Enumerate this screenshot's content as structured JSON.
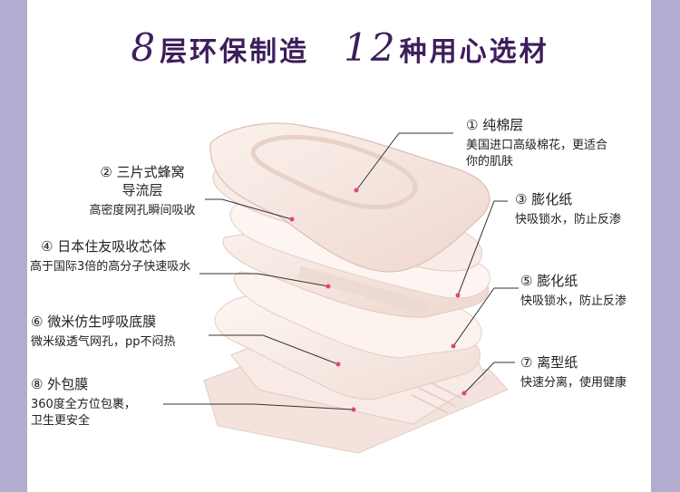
{
  "title": {
    "left_num": "8",
    "left_text": "层环保制造",
    "right_num": "12",
    "right_text": "种用心选材"
  },
  "layers": {
    "l1": {
      "heading": "① 纯棉层",
      "desc1": "美国进口高级棉花，更适合",
      "desc2": "你的肌肤"
    },
    "l2": {
      "heading1": "② 三片式蜂窝",
      "heading2": "导流层",
      "desc": "高密度网孔瞬间吸收"
    },
    "l3": {
      "heading": "③ 膨化纸",
      "desc": "快吸锁水，防止反渗"
    },
    "l4": {
      "heading": "④ 日本住友吸收芯体",
      "desc": "高于国际3倍的高分子快速吸水"
    },
    "l5": {
      "heading": "⑤ 膨化纸",
      "desc": "快吸锁水，防止反渗"
    },
    "l6": {
      "heading": "⑥ 微米仿生呼吸底膜",
      "desc": "微米级透气网孔，pp不闷热"
    },
    "l7": {
      "heading": "⑦ 离型纸",
      "desc": "快速分离，使用健康"
    },
    "l8": {
      "heading": "⑧ 外包膜",
      "desc1": "360度全方位包裹，",
      "desc2": "卫生更安全"
    }
  },
  "colors": {
    "frame": "#b1acd0",
    "title": "#3d1e5a",
    "pad": "#f6e6df",
    "dot": "#e0457a"
  }
}
